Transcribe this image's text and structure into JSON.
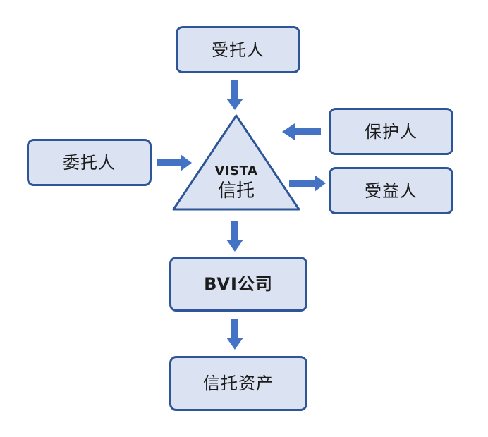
{
  "diagram": {
    "nodes": {
      "trustee": "受托人",
      "settlor": "委托人",
      "protector": "保护人",
      "beneficiary": "受益人",
      "trust_english": "VISTA",
      "trust_chinese": "信托",
      "bvi_company": "BVI公司",
      "trust_assets": "信托资产"
    },
    "colors": {
      "box_fill": "#dbe3f2",
      "box_border": "#2e5597",
      "arrow": "#4472c4"
    }
  }
}
